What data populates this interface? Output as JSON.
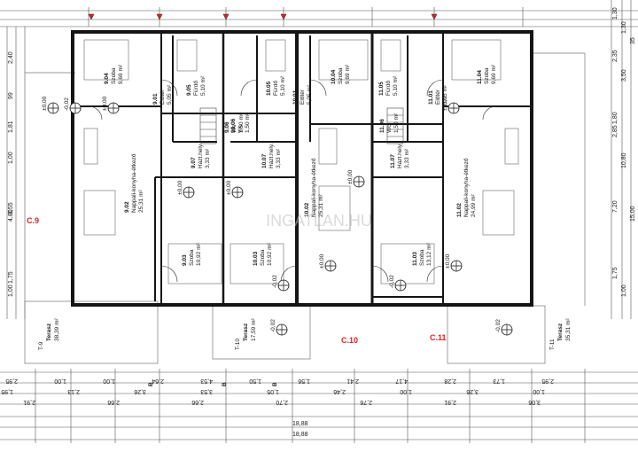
{
  "units": {
    "c9": "C.9",
    "c10": "C.10",
    "c11": "C.11"
  },
  "watermark": "INGATLAN.HU",
  "colors": {
    "unit_label": "#e02020",
    "wall": "#151515",
    "line": "#333333"
  },
  "icons": [
    "level-marker-icon",
    "section-arrow-icon",
    "stair-icon"
  ],
  "rooms": [
    {
      "id": "9.04",
      "name": "Szoba",
      "area": "9,69 m²"
    },
    {
      "id": "9.05",
      "name": "Fürdő",
      "area": "5,10 m²"
    },
    {
      "id": "9.01",
      "name": "Előtér",
      "area": "5,05 m²"
    },
    {
      "id": "9.06",
      "name": "Wc",
      "area": "1,50 m²"
    },
    {
      "id": "9.07",
      "name": "Házt.hely.",
      "area": "3,33 m²"
    },
    {
      "id": "9.02",
      "name": "Nappali-konyha-étkező",
      "area": "25,31 m²"
    },
    {
      "id": "9.03",
      "name": "Szoba",
      "area": "10,92 m²"
    },
    {
      "id": "10.05",
      "name": "Fürdő",
      "area": "5,10 m²"
    },
    {
      "id": "10.04",
      "name": "Szoba",
      "area": "9,69 m²"
    },
    {
      "id": "10.01",
      "name": "Előtér",
      "area": "5,05 m²"
    },
    {
      "id": "10.06",
      "name": "Wc",
      "area": "1,50 m²"
    },
    {
      "id": "10.07",
      "name": "Házt.hely.",
      "area": "3,33 m²"
    },
    {
      "id": "10.02",
      "name": "Nappali-konyha-étkező",
      "area": "25,31 m²"
    },
    {
      "id": "10.03",
      "name": "Szoba",
      "area": "10,92 m²"
    },
    {
      "id": "11.05",
      "name": "Fürdő",
      "area": "5,10 m²"
    },
    {
      "id": "11.04",
      "name": "Szoba",
      "area": "9,69 m²"
    },
    {
      "id": "11.01",
      "name": "Előtér",
      "area": "5,05 m²"
    },
    {
      "id": "11.06",
      "name": "Wc",
      "area": "1,50 m²"
    },
    {
      "id": "11.07",
      "name": "Házt.hely.",
      "area": "3,33 m²"
    },
    {
      "id": "11.02",
      "name": "Nappali-konyha-étkező",
      "area": "24,99 m²"
    },
    {
      "id": "11.03",
      "name": "Szoba",
      "area": "13,12 m²"
    }
  ],
  "terraces": [
    {
      "id": "T-9",
      "name": "Terasz",
      "area": "38,39 m²"
    },
    {
      "id": "T-10",
      "name": "Terasz",
      "area": "17,59 m²"
    },
    {
      "id": "T-11",
      "name": "Terasz",
      "area": "35,31 m²"
    }
  ],
  "levels": [
    "±0,00",
    "-0,02",
    "±0,00",
    "±0,00",
    "-0,02",
    "±0,00",
    "-0,02",
    "±0,00",
    "±0,00",
    "-0,02",
    "±0,00",
    "±0,00",
    "-0,02"
  ],
  "section_labels": [
    "B",
    "B",
    "B"
  ],
  "dims_left": [
    "2,40",
    "99",
    "1,81",
    "1,00",
    "3,55",
    "4,80",
    "1,75",
    "1,00"
  ],
  "dims_right": [
    "1,30",
    "1,30",
    "2,35",
    "3,50",
    "1,80",
    "2,85",
    "10,80",
    "7,20",
    "15,00",
    "1,75",
    "1,00",
    "35"
  ],
  "dims_bottom": {
    "row1": [
      "2,95",
      "1,00",
      "1,00",
      "2,64",
      "4,53",
      "1,50",
      "1,56",
      "2,41",
      "4,17",
      "2,28",
      "1,73",
      "2,95"
    ],
    "row2": [
      "1,95",
      "2,13",
      "3,26",
      "3,53",
      "1,05",
      "2,46",
      "1,00",
      "3,26",
      "1,00"
    ],
    "row3": [
      "2,91",
      "2,66",
      "2,66",
      "2,70",
      "2,76",
      "2,91",
      "3,06"
    ],
    "row4": [
      "18,88",
      "18,88"
    ]
  }
}
